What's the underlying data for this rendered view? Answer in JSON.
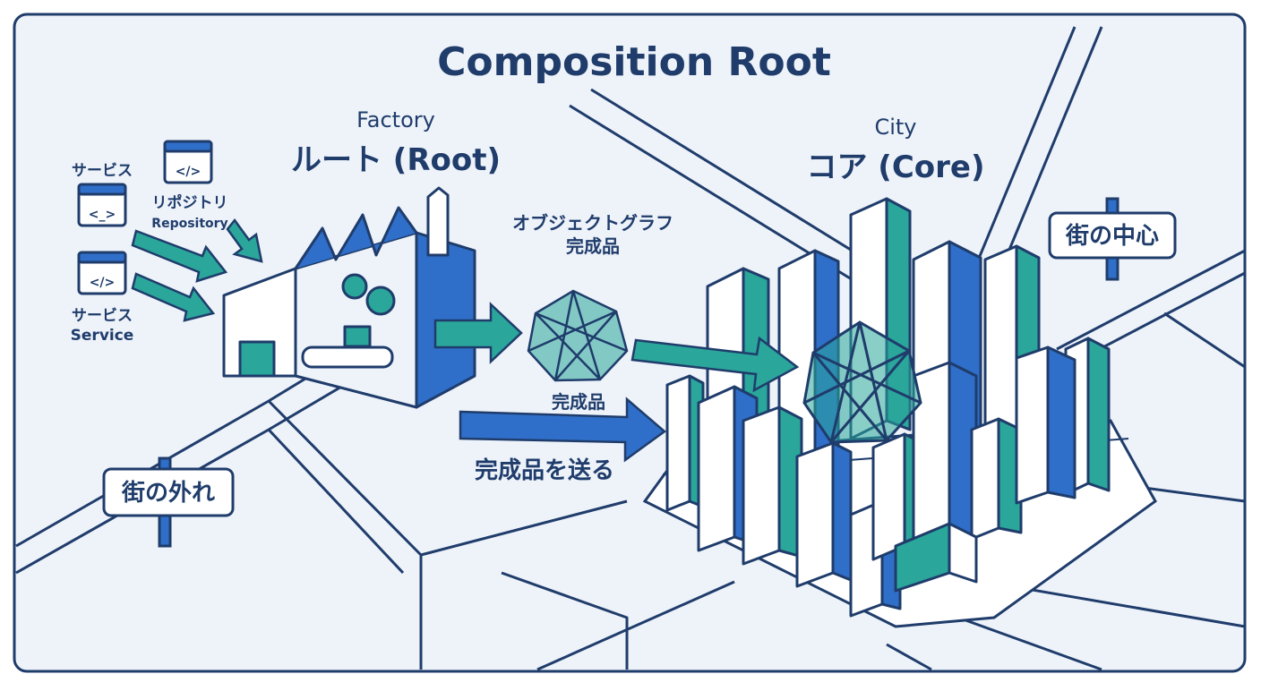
{
  "title": "Composition Root",
  "factory": {
    "caption": "Factory",
    "heading": "ルート (Root)"
  },
  "city": {
    "caption": "City",
    "heading": "コア (Core)"
  },
  "inputs": {
    "service_top_label": "サービス",
    "repository_jp": "リポジトリ",
    "repository_en": "Repository",
    "service_bottom_jp": "サービス",
    "service_bottom_en": "Service",
    "code_glyph_1": "</>",
    "code_glyph_2": "<_>",
    "code_glyph_3": "</>"
  },
  "graph": {
    "label_top_1": "オブジェクトグラフ",
    "label_top_2": "完成品",
    "label_bottom": "完成品"
  },
  "send_label": "完成品を送る",
  "signs": {
    "center": "街の中心",
    "outskirts": "街の外れ"
  },
  "colors": {
    "navy": "#1f3c6b",
    "blue": "#2f6fc9",
    "teal": "#2aa69b",
    "background": "#eef3fa",
    "white": "#ffffff"
  }
}
